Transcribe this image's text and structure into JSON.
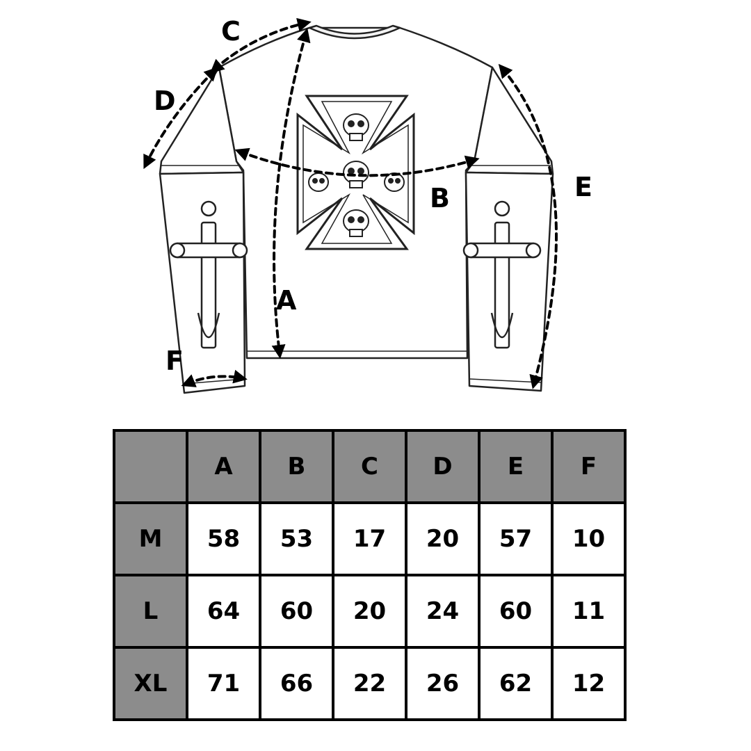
{
  "diagram": {
    "labels": {
      "a": "A",
      "b": "B",
      "c": "C",
      "d": "D",
      "e": "E",
      "f": "F"
    }
  },
  "table": {
    "corner": "",
    "columns": [
      "A",
      "B",
      "C",
      "D",
      "E",
      "F"
    ],
    "rows": [
      {
        "size": "M",
        "values": [
          "58",
          "53",
          "17",
          "20",
          "57",
          "10"
        ]
      },
      {
        "size": "L",
        "values": [
          "64",
          "60",
          "20",
          "24",
          "60",
          "11"
        ]
      },
      {
        "size": "XL",
        "values": [
          "71",
          "66",
          "22",
          "26",
          "62",
          "12"
        ]
      }
    ]
  },
  "colors": {
    "header_fill": "#8c8c8c",
    "line": "#000000"
  }
}
